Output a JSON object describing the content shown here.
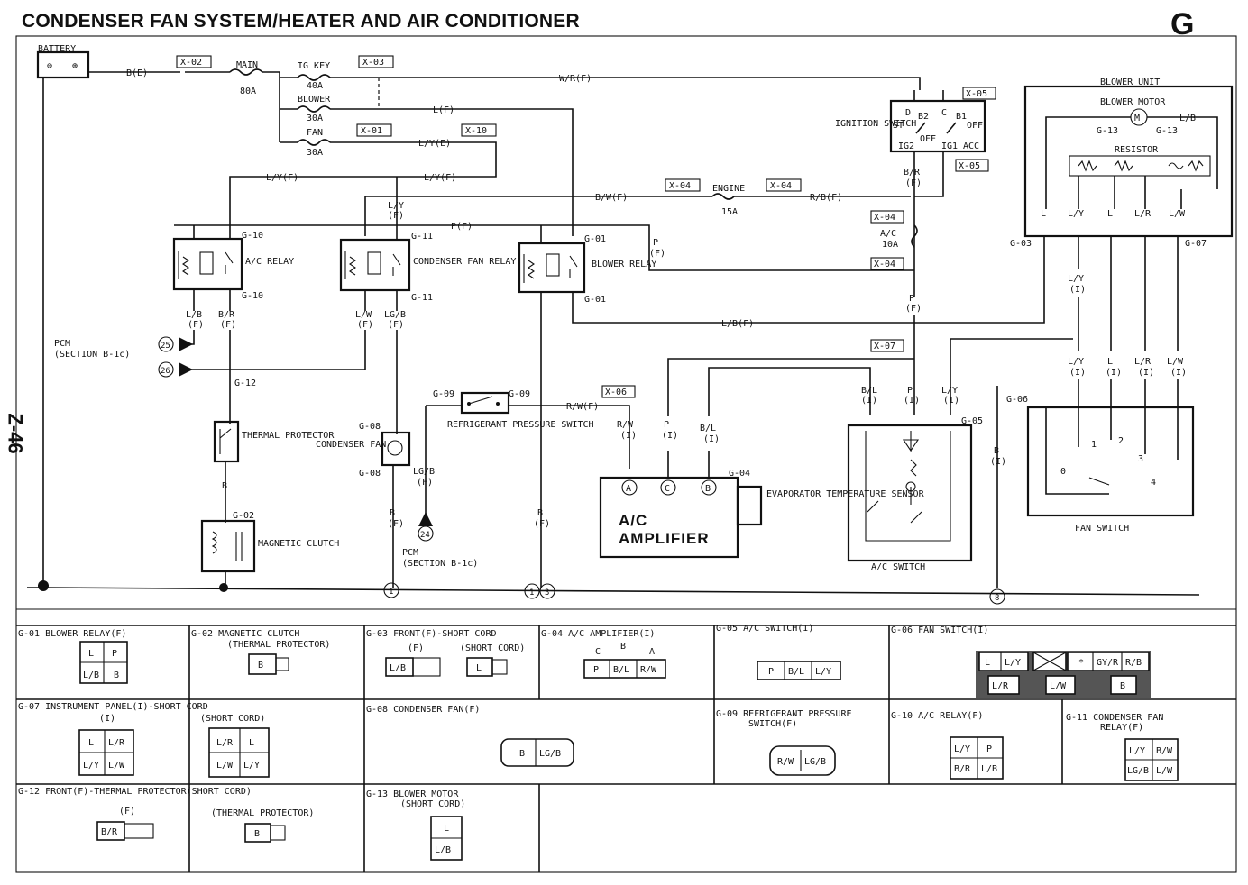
{
  "header": {
    "title": "CONDENSER FAN SYSTEM/HEATER AND AIR CONDITIONER",
    "section": "G",
    "page_side": "Z-46"
  },
  "power": {
    "battery": "BATTERY",
    "batt_minus": "⊖",
    "batt_plus": "⊕",
    "b_e": "B(E)",
    "x02": "X-02",
    "main": "MAIN",
    "main_a": "80A",
    "igkey": "IG KEY",
    "igkey_a": "40A",
    "x03": "X-03",
    "blower_fuse": "BLOWER",
    "blower_a": "30A",
    "fan_fuse": "FAN",
    "fan_a": "30A",
    "x01": "X-01",
    "x10": "X-10",
    "w_r": "W/R(F)",
    "l_f": "L(F)",
    "ly_e": "L/Y(E)",
    "ly_f1": "L/Y(F)",
    "ly_f2": "L/Y(F)",
    "bw_f": "B/W(F)",
    "x04a": "X-04",
    "engine": "ENGINE",
    "engine_a": "15A",
    "x04b": "X-04",
    "rb_f": "R/B(F)",
    "x05a": "X-05",
    "x05b": "X-05",
    "ign_switch": "IGNITION SWITCH",
    "ign_st": "ST",
    "ign_b2": "B2",
    "ign_d": "D",
    "ign_c": "C",
    "ign_b1": "B1",
    "ign_off1": "OFF",
    "ign_off2": "OFF",
    "ign_ig2": "IG2",
    "ign_ig1": "IG1",
    "ign_acc": "ACC",
    "br_f": "B/R",
    "br_f2": "(F)",
    "x04c": "X-04",
    "ac_fuse": "A/C",
    "ac_a": "10A",
    "x04d": "X-04",
    "p_f1": "P",
    "p_f2": "(F)",
    "x07": "X-07"
  },
  "relays": {
    "ac": "A/C RELAY",
    "ac_top": "G-10",
    "ac_bot": "G-10",
    "cond": "CONDENSER FAN RELAY",
    "cond_top": "G-11",
    "cond_bot": "G-11",
    "blower": "BLOWER RELAY",
    "blower_top": "G-01",
    "blower_bot": "G-01",
    "ly_f": "L/Y",
    "ly_f_sub": "(F)",
    "p_f": "P(F)",
    "p_f_r1": "P",
    "p_f_r2": "(F)",
    "lb_f": "L/B",
    "lb_f_s": "(F)",
    "br": "B/R",
    "br_s": "(F)",
    "lw": "L/W",
    "lw_s": "(F)",
    "lgb": "LG/B",
    "lgb_s": "(F)",
    "lb_f_long": "L/B(F)",
    "g01b": "G-01"
  },
  "lower_left": {
    "pcm": "PCM",
    "pcm_sec": "(SECTION B-1c)",
    "pin25": "25",
    "pin26": "26",
    "g12": "G-12",
    "thermal": "THERMAL PROTECTOR",
    "b1": "B",
    "b2": "B",
    "g02": "G-02",
    "magclutch": "MAGNETIC CLUTCH",
    "g08a": "G-08",
    "g08b": "G-08",
    "condfan": "CONDENSER FAN",
    "b_f": "B",
    "b_f_s": "(F)",
    "lgb_f": "LG/B",
    "lgb_f_s": "(F)",
    "pin24": "24",
    "pcm2": "PCM",
    "pcm2_sec": "(SECTION B-1c)",
    "b_f2": "B",
    "b_f2_s": "(F)"
  },
  "refrig": {
    "g09a": "G-09",
    "g09b": "G-09",
    "label": "REFRIGERANT PRESSURE SWITCH",
    "rw_f": "R/W(F)",
    "x06": "X-06"
  },
  "amplifier": {
    "name1": "A/C",
    "name2": "AMPLIFIER",
    "g04": "G-04",
    "rw": "R/W",
    "rw_s": "(I)",
    "p": "P",
    "p_s": "(I)",
    "bl": "B/L",
    "bl_s": "(I)",
    "pin_a": "A",
    "pin_c": "C",
    "pin_b": "B",
    "evap": "EVAPORATOR TEMPERATURE SENSOR"
  },
  "acswitch": {
    "name": "A/C SWITCH",
    "g05": "G-05",
    "bl": "B/L",
    "bl_s": "(I)",
    "p": "P",
    "p_s": "(I)",
    "ly": "L/Y",
    "ly_s": "(I)"
  },
  "blower_unit": {
    "name": "BLOWER UNIT",
    "motor": "BLOWER MOTOR",
    "g13a": "G-13",
    "g13b": "G-13",
    "lb": "L/B",
    "resistor": "RESISTOR",
    "w_l1": "L",
    "w_ly": "L/Y",
    "w_l2": "L",
    "w_lr": "L/R",
    "w_lw": "L/W",
    "g03": "G-03",
    "g07": "G-07",
    "ly_i": "L/Y",
    "ly_i_s": "(I)"
  },
  "fanswitch": {
    "name": "FAN SWITCH",
    "g06": "G-06",
    "ly": "L/Y",
    "ly_s": "(I)",
    "l": "L",
    "l_s": "(I)",
    "lr": "L/R",
    "lr_s": "(I)",
    "lw": "L/W",
    "lw_s": "(I)",
    "b": "B",
    "b_s": "(I)",
    "pos0": "0",
    "pos1": "1",
    "pos2": "2",
    "pos3": "3",
    "pos4": "4"
  },
  "ground": {
    "n1": "1",
    "n1b": "1",
    "n3": "3",
    "n8": "8"
  },
  "connectors": {
    "g01": {
      "title": "G-01 BLOWER RELAY(F)",
      "pins": [
        "L",
        "P",
        "L/B",
        "B"
      ]
    },
    "g02": {
      "title": "G-02 MAGNETIC CLUTCH",
      "sub": "(THERMAL PROTECTOR)",
      "pins": [
        "B"
      ]
    },
    "g03": {
      "title": "G-03 FRONT(F)-SHORT CORD",
      "f": "(F)",
      "s": "(SHORT CORD)",
      "pins_f": [
        "L/B"
      ],
      "pins_s": [
        "L"
      ]
    },
    "g04": {
      "title": "G-04 A/C AMPLIFIER(I)",
      "top": [
        "C",
        "B",
        "A"
      ],
      "pins": [
        "P",
        "B/L",
        "R/W"
      ]
    },
    "g05": {
      "title": "G-05 A/C SWITCH(I)",
      "pins": [
        "P",
        "B/L",
        "L/Y"
      ]
    },
    "g06": {
      "title": "G-06 FAN SWITCH(I)",
      "top": [
        "L",
        "L/Y",
        "",
        "*",
        "GY/R",
        "R/B"
      ],
      "bot": [
        "L/R",
        "L/W",
        "B"
      ]
    },
    "g07": {
      "title": "G-07 INSTRUMENT PANEL(I)-SHORT CORD",
      "i": "(I)",
      "s": "(SHORT CORD)",
      "pins_i": [
        "L",
        "L/R",
        "L/Y",
        "L/W"
      ],
      "pins_s": [
        "L/R",
        "L",
        "L/W",
        "L/Y"
      ]
    },
    "g08": {
      "title": "G-08 CONDENSER FAN(F)",
      "pins": [
        "B",
        "LG/B"
      ]
    },
    "g09": {
      "title": "G-09 REFRIGERANT PRESSURE",
      "sub": "SWITCH(F)",
      "pins": [
        "R/W",
        "LG/B"
      ]
    },
    "g10": {
      "title": "G-10 A/C RELAY(F)",
      "pins": [
        "L/Y",
        "P",
        "B/R",
        "L/B"
      ]
    },
    "g11": {
      "title": "G-11 CONDENSER FAN",
      "sub": "RELAY(F)",
      "pins": [
        "L/Y",
        "B/W",
        "LG/B",
        "L/W"
      ]
    },
    "g12": {
      "title": "G-12 FRONT(F)-THERMAL PROTECTOR(SHORT CORD)",
      "f": "(F)",
      "t": "(THERMAL PROTECTOR)",
      "pins_f": [
        "B/R"
      ],
      "pins_t": [
        "B"
      ]
    },
    "g13": {
      "title": "G-13 BLOWER MOTOR",
      "sub": "(SHORT CORD)",
      "pins": [
        "L",
        "L/B"
      ]
    }
  }
}
